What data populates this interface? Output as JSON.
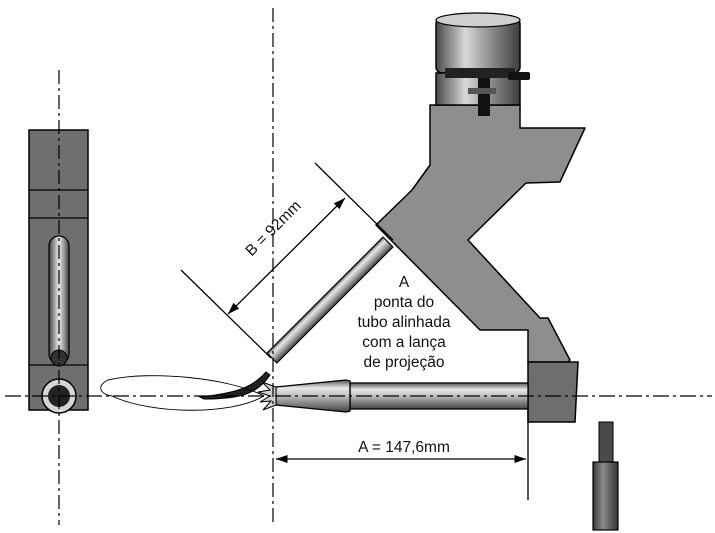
{
  "labels": {
    "dim_b": "B = 92mm",
    "dim_a": "A = 147,6mm",
    "note_lines": [
      "A",
      "ponta do",
      "tubo alinhada",
      "com a lança",
      "de projeção"
    ]
  },
  "colors": {
    "gray_dark": "#6b6b6b",
    "gray_mid": "#8f8f8f",
    "gray_light": "#c9c9c9",
    "line": "#000000",
    "background": "#ffffff"
  }
}
